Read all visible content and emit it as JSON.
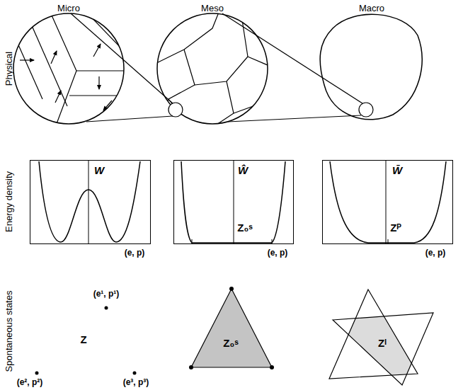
{
  "diagram": {
    "nodes": [
      {
        "text": [
          "W"
        ]
      },
      {
        "text": [
          "Ŵ",
          "Z₀ˢ"
        ]
      },
      {
        "text": [
          "W̄",
          "Zᴾ"
        ]
      },
      {
        "text": [
          "Z₀ˢ"
        ]
      },
      {
        "text": [
          "Zᴵ"
        ]
      }
    ],
    "labels": [
      "Micro",
      "Meso",
      "Macro",
      "Physical",
      "Energy density",
      "Spontaneous states",
      "(e, p)",
      "(e, p)",
      "(e, p)",
      "(e¹, p¹)",
      "(e², p²)",
      "(e³, p³)",
      "Z"
    ]
  }
}
